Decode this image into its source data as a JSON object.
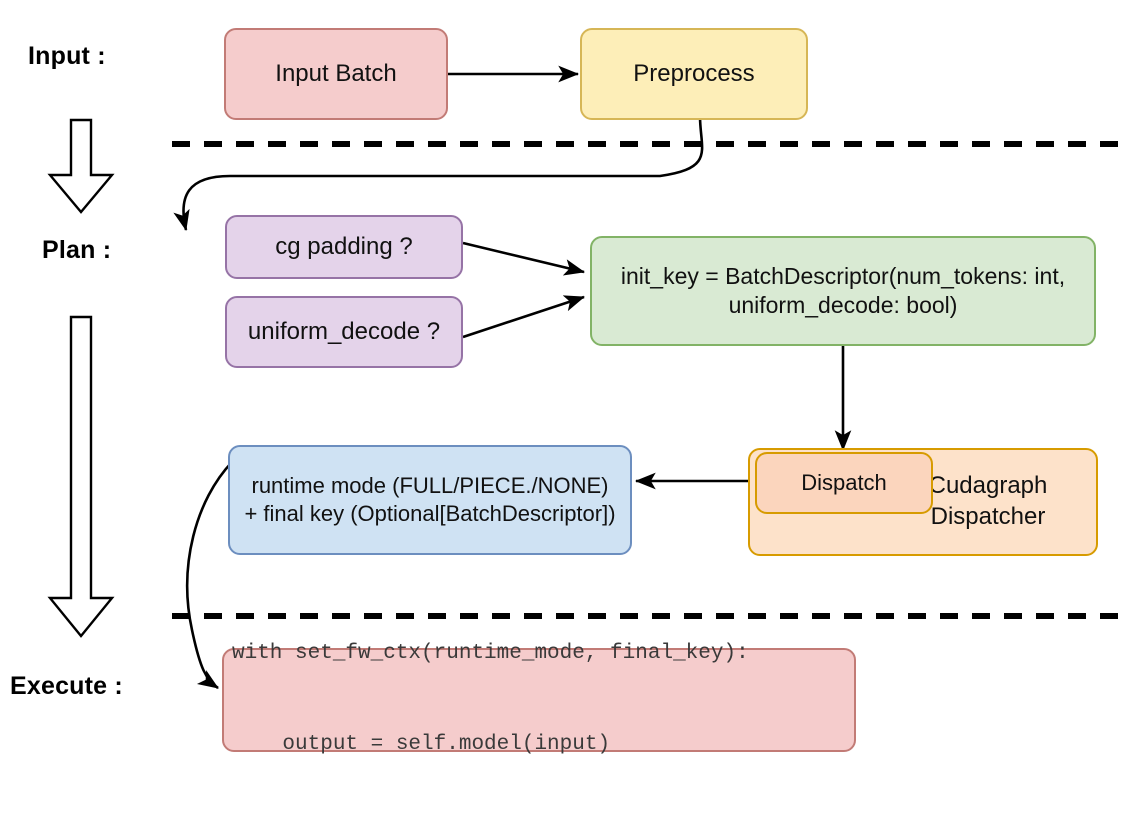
{
  "diagram": {
    "title": "Cudagraph dispatch flow",
    "stage_labels": [
      {
        "id": "input",
        "text": "Input :"
      },
      {
        "id": "plan",
        "text": "Plan :"
      },
      {
        "id": "execute",
        "text": "Execute :"
      }
    ],
    "nodes": [
      {
        "id": "input-batch",
        "label": "Input Batch",
        "fill": "#f5cccc",
        "stroke": "#c27b76"
      },
      {
        "id": "preprocess",
        "label": "Preprocess",
        "fill": "#fdeeb8",
        "stroke": "#d6b656"
      },
      {
        "id": "cg-padding",
        "label": "cg padding ?",
        "fill": "#e4d3ea",
        "stroke": "#9673a6"
      },
      {
        "id": "uniform-decode",
        "label": "uniform_decode ?",
        "fill": "#e4d3ea",
        "stroke": "#9673a6"
      },
      {
        "id": "init-key",
        "label_line1": "init_key = BatchDescriptor(num_tokens: int,",
        "label_line2": "uniform_decode: bool)",
        "fill": "#d9ead3",
        "stroke": "#82b366"
      },
      {
        "id": "cudagraph-dispatcher",
        "label_line1": "Cudagraph",
        "label_line2": "Dispatcher",
        "fill": "#fde2ca",
        "stroke": "#d79b00"
      },
      {
        "id": "dispatch",
        "label": "Dispatch",
        "fill": "#fbd5bd",
        "stroke": "#d79b00"
      },
      {
        "id": "runtime-mode",
        "label_line1": "runtime mode (FULL/PIECE./NONE)",
        "label_line2": "+ final key (Optional[BatchDescriptor])",
        "fill": "#cfe2f3",
        "stroke": "#6c8ebf"
      },
      {
        "id": "execute-code",
        "code_line1": "with set_fw_ctx(runtime_mode, final_key):",
        "code_line2": "    output = self.model(input)",
        "fill": "#f5cccc",
        "stroke": "#c27b76"
      }
    ],
    "edges": [
      {
        "id": "input-batch-to-preprocess",
        "from": "input-batch",
        "to": "preprocess"
      },
      {
        "id": "preprocess-to-cg-padding",
        "from": "preprocess",
        "to": "cg-padding"
      },
      {
        "id": "cg-padding-to-init-key",
        "from": "cg-padding",
        "to": "init-key"
      },
      {
        "id": "uniform-decode-to-init-key",
        "from": "uniform-decode",
        "to": "init-key"
      },
      {
        "id": "init-key-to-dispatch",
        "from": "init-key",
        "to": "dispatch"
      },
      {
        "id": "dispatch-to-runtime-mode",
        "from": "dispatch",
        "to": "runtime-mode"
      },
      {
        "id": "runtime-mode-to-execute-code",
        "from": "runtime-mode",
        "to": "execute-code"
      }
    ],
    "separators": [
      {
        "id": "input-plan-divider",
        "style": "dashed"
      },
      {
        "id": "plan-execute-divider",
        "style": "dashed"
      }
    ],
    "stage_arrows": [
      {
        "id": "input-to-plan-arrow",
        "direction": "down"
      },
      {
        "id": "plan-to-execute-arrow",
        "direction": "down"
      }
    ],
    "colors": {
      "background": "#ffffff",
      "line": "#000000",
      "text": "#111111",
      "code_text": "#3a3a3a"
    }
  }
}
